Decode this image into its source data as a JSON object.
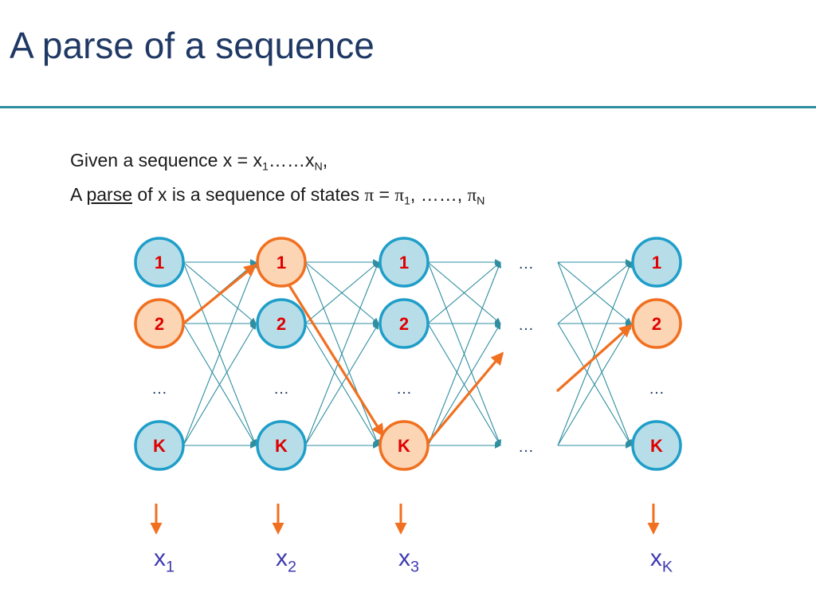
{
  "slide": {
    "title": "A parse of a sequence"
  },
  "intro": {
    "line1_prefix": "Given a sequence x = x",
    "line1_sub1": "1",
    "line1_mid": "……x",
    "line1_subN": "N",
    "line1_suffix": ",",
    "line2_prefix": "A ",
    "line2_underlined": "parse",
    "line2_mid": " of x is a sequence of states ",
    "line2_pi": "π",
    "line2_eq": " = ",
    "line2_sub1": "1",
    "line2_dots": ", ……, ",
    "line2_subN": "N"
  },
  "trellis": {
    "columns": [
      {
        "states": [
          "1",
          "2",
          "…",
          "K"
        ],
        "observation": "x",
        "observation_sub": "1"
      },
      {
        "states": [
          "1",
          "2",
          "…",
          "K"
        ],
        "observation": "x",
        "observation_sub": "2"
      },
      {
        "states": [
          "1",
          "2",
          "…",
          "K"
        ],
        "observation": "x",
        "observation_sub": "3"
      },
      {
        "states": [
          "…",
          "…",
          "",
          "…"
        ]
      },
      {
        "states": [
          "1",
          "2",
          "…",
          "K"
        ],
        "observation": "x",
        "observation_sub": "K"
      }
    ],
    "parse_path_states": [
      "2",
      "1",
      "K",
      "…",
      "2"
    ],
    "colors": {
      "teal": "#2f8ea0",
      "node_fill": "#b7dee8",
      "node_border": "#1f9ec9",
      "parse_fill": "#fcd5b4",
      "parse_border": "#f07020",
      "label_red": "#e00000",
      "path_orange": "#f07020",
      "obs_text": "#3d3ab0",
      "ellipsis": "#1f3864"
    }
  }
}
